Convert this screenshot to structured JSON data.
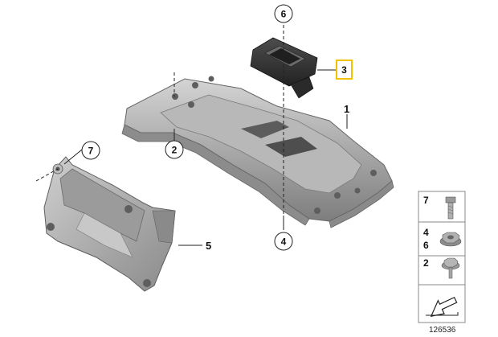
{
  "diagram": {
    "callouts": {
      "part_1": "1",
      "part_2": "2",
      "part_3": "3",
      "part_4": "4",
      "part_5": "5",
      "part_6": "6",
      "part_7": "7"
    },
    "legend": {
      "row_1": [
        "7"
      ],
      "row_2": [
        "4",
        "6"
      ],
      "row_3": [
        "2"
      ]
    },
    "diagram_number": "126536",
    "colors": {
      "metal": "#a9a9a9",
      "metal_dark": "#777777",
      "rubber": "#3a3a3a",
      "highlight_border": "#f2c200"
    }
  }
}
